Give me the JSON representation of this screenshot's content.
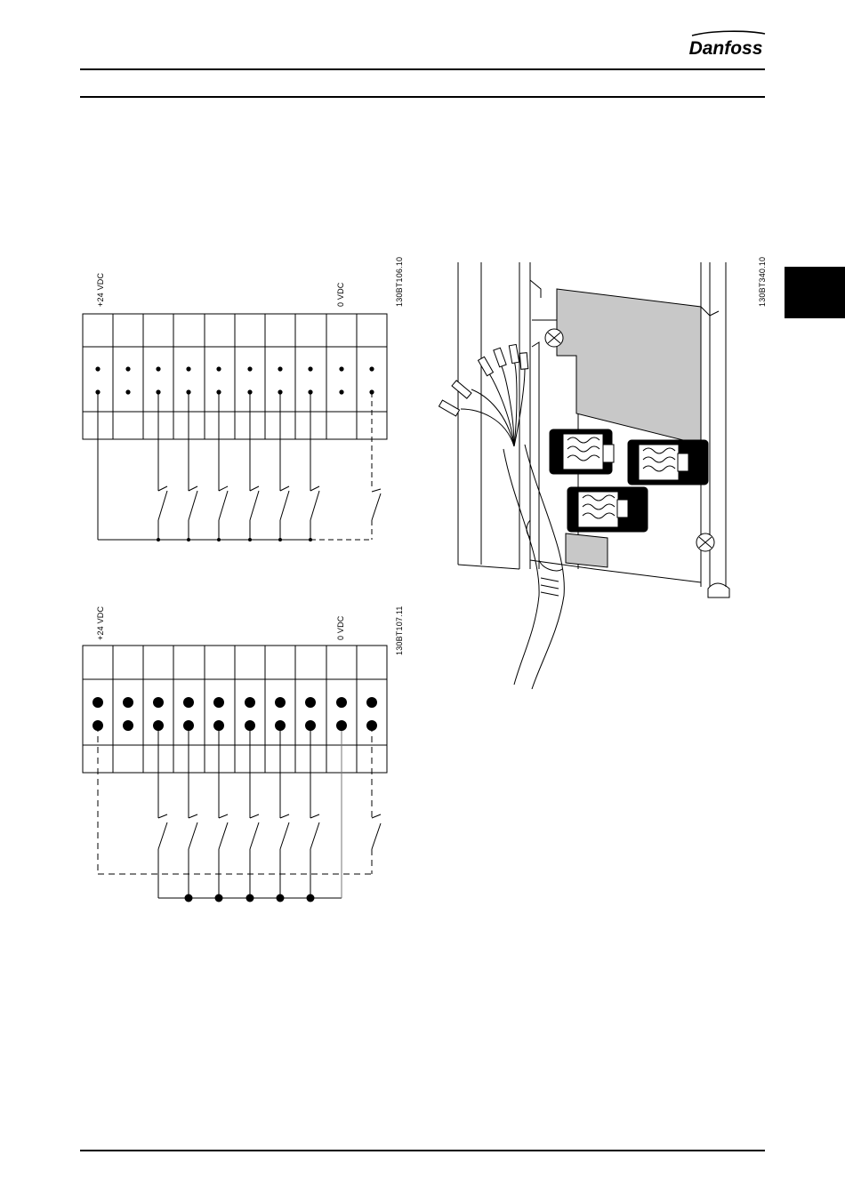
{
  "header": {
    "brand": "Danfoss"
  },
  "figures": {
    "top_diagram": {
      "label_plus": "+24 VDC",
      "label_zero": "0 VDC",
      "code": "130BT106.10"
    },
    "bottom_diagram": {
      "label_plus": "+24 VDC",
      "label_zero": "0 VDC",
      "code": "130BT107.11"
    },
    "drawing": {
      "code": "130BT340.10"
    }
  }
}
